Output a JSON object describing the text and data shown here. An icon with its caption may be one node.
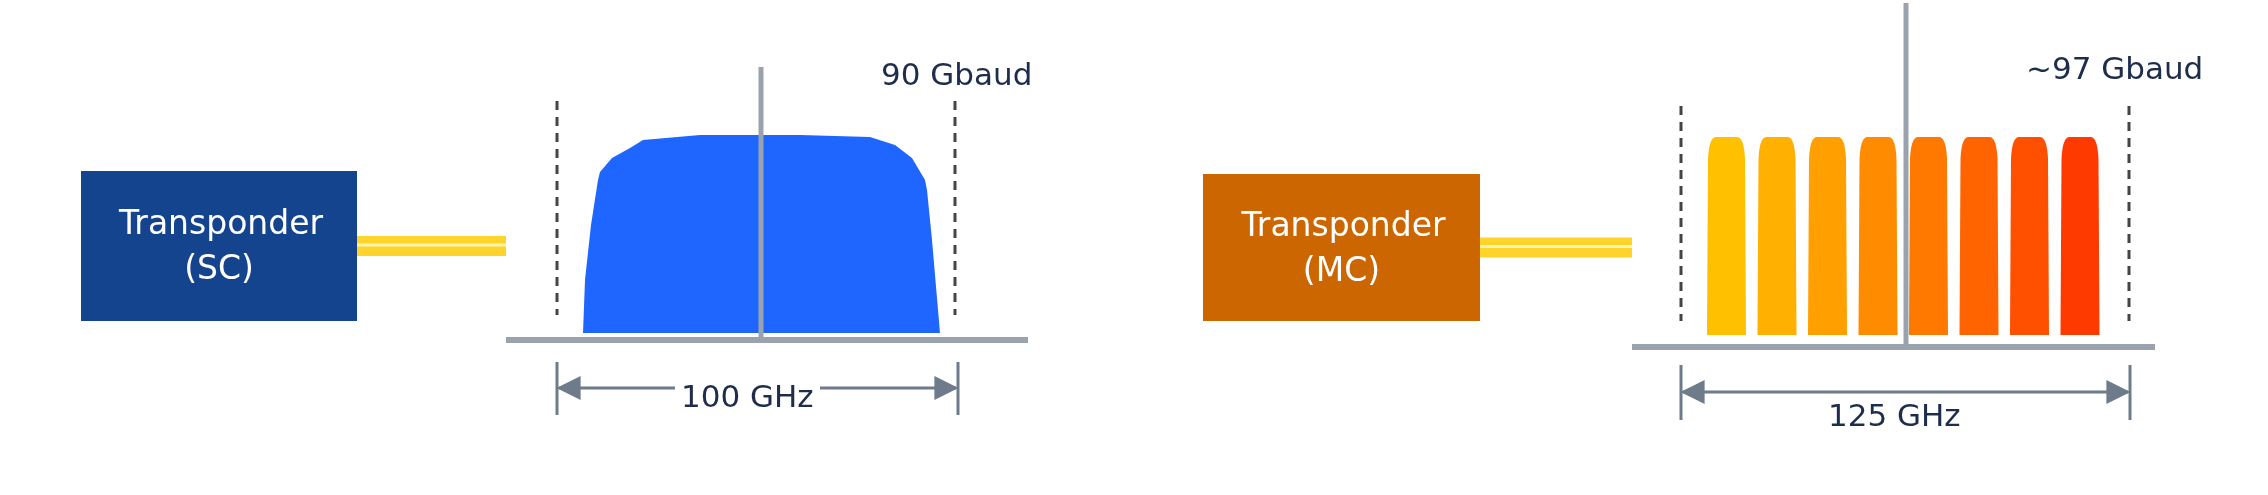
{
  "diagram": {
    "nodes": [
      {
        "text": [
          "Transponder (SC)"
        ]
      },
      {
        "text": [],
        "shape": "picture"
      },
      {
        "text": [
          "Transponder (MC)"
        ]
      },
      {
        "text": [],
        "shape": "picture"
      }
    ],
    "edges": [
      {
        "from": 0,
        "to": 1,
        "arrow": "none"
      },
      {
        "from": 2,
        "to": 3,
        "arrow": "none"
      }
    ],
    "labels": [
      "90 Gbaud",
      "100 GHz",
      "~97 Gbaud",
      "125 GHz"
    ]
  }
}
